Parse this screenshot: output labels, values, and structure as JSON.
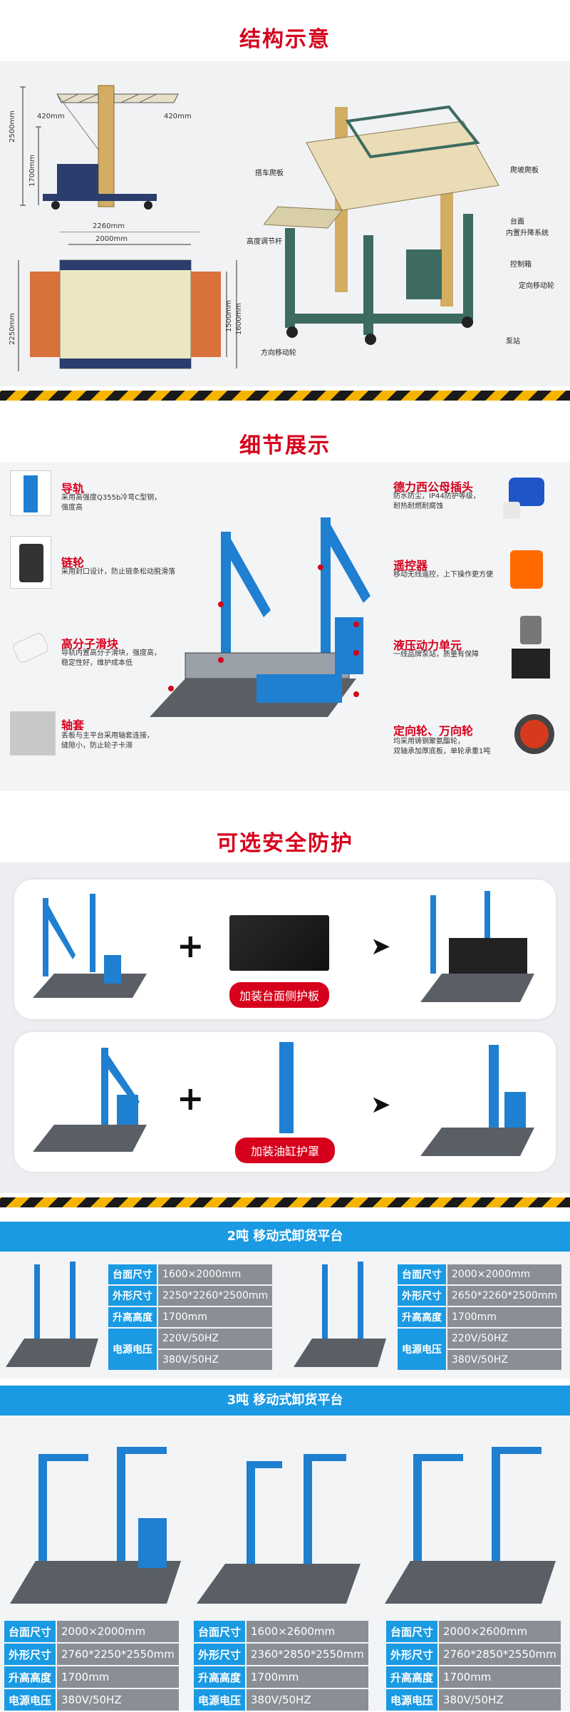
{
  "colors": {
    "accent_red": "#d6001c",
    "brand_blue": "#1a9ae3",
    "hazard_yellow": "#f5b400"
  },
  "structure": {
    "title": "结构示意",
    "dims": {
      "d2500": "2500mm",
      "d1700": "1700mm",
      "d420a": "420mm",
      "d420b": "420mm",
      "d2260": "2260mm",
      "d2000": "2000mm",
      "d2250": "2250mm",
      "d1500": "1500mm",
      "d1600": "1600mm"
    },
    "labels": {
      "left_plate": "搭车爬板",
      "height_rod": "高度调节杆",
      "direction_wheel": "方向移动轮",
      "right_plate": "爬坡爬板",
      "platform": "台面",
      "lift_system": "内置升降系统",
      "control_box": "控制箱",
      "fixed_wheel": "定向移动轮",
      "pump": "泵站"
    }
  },
  "details": {
    "title": "细节展示",
    "items": [
      {
        "title": "导轨",
        "desc1": "采用高强度Q355b冷弯C型钢，",
        "desc2": "强度高"
      },
      {
        "title": "链轮",
        "desc1": "采用封口设计，防止链条松动脱滑落",
        "desc2": ""
      },
      {
        "title": "高分子滑块",
        "desc1": "导轨内置高分子滑块，强度高，",
        "desc2": "稳定性好，维护成本低"
      },
      {
        "title": "轴套",
        "desc1": "丢板与主平台采用轴套连接，",
        "desc2": "缝隙小，防止轮子卡滞"
      },
      {
        "title": "德力西公母插头",
        "desc1": "防水防尘，IP44防护等级，",
        "desc2": "耐热耐燃耐腐蚀"
      },
      {
        "title": "遥控器",
        "desc1": "移动无线遥控，上下操作更方便",
        "desc2": ""
      },
      {
        "title": "液压动力单元",
        "desc1": "一线品牌泵站，质量有保障",
        "desc2": ""
      },
      {
        "title": "定向轮、万向轮",
        "desc1": "均采用铸钢聚氨酯轮，",
        "desc2": "双轴承加厚底板，单轮承重1吨"
      }
    ]
  },
  "safety": {
    "title": "可选安全防护",
    "option1": "加装台面侧护板",
    "option2": "加装油缸护罩"
  },
  "spec2t": {
    "title": "2吨 移动式卸货平台",
    "keys": {
      "k1": "台面尺寸",
      "k2": "外形尺寸",
      "k3": "升高高度",
      "k4": "电源电压"
    },
    "left": {
      "v1": "1600×2000mm",
      "v2": "2250*2260*2500mm",
      "v3": "1700mm",
      "v4a": "220V/50HZ",
      "v4b": "380V/50HZ"
    },
    "right": {
      "v1": "2000×2000mm",
      "v2": "2650*2260*2500mm",
      "v3": "1700mm",
      "v4a": "220V/50HZ",
      "v4b": "380V/50HZ"
    }
  },
  "spec3t": {
    "title": "3吨 移动式卸货平台",
    "keys": {
      "k1": "台面尺寸",
      "k2": "外形尺寸",
      "k3": "升高高度",
      "k4": "电源电压"
    },
    "a": {
      "v1": "2000×2000mm",
      "v2": "2760*2250*2550mm",
      "v3": "1700mm",
      "v4": "380V/50HZ"
    },
    "b": {
      "v1": "1600×2600mm",
      "v2": "2360*2850*2550mm",
      "v3": "1700mm",
      "v4": "380V/50HZ"
    },
    "c": {
      "v1": "2000×2600mm",
      "v2": "2760*2850*2550mm",
      "v3": "1700mm",
      "v4": "380V/50HZ"
    }
  }
}
